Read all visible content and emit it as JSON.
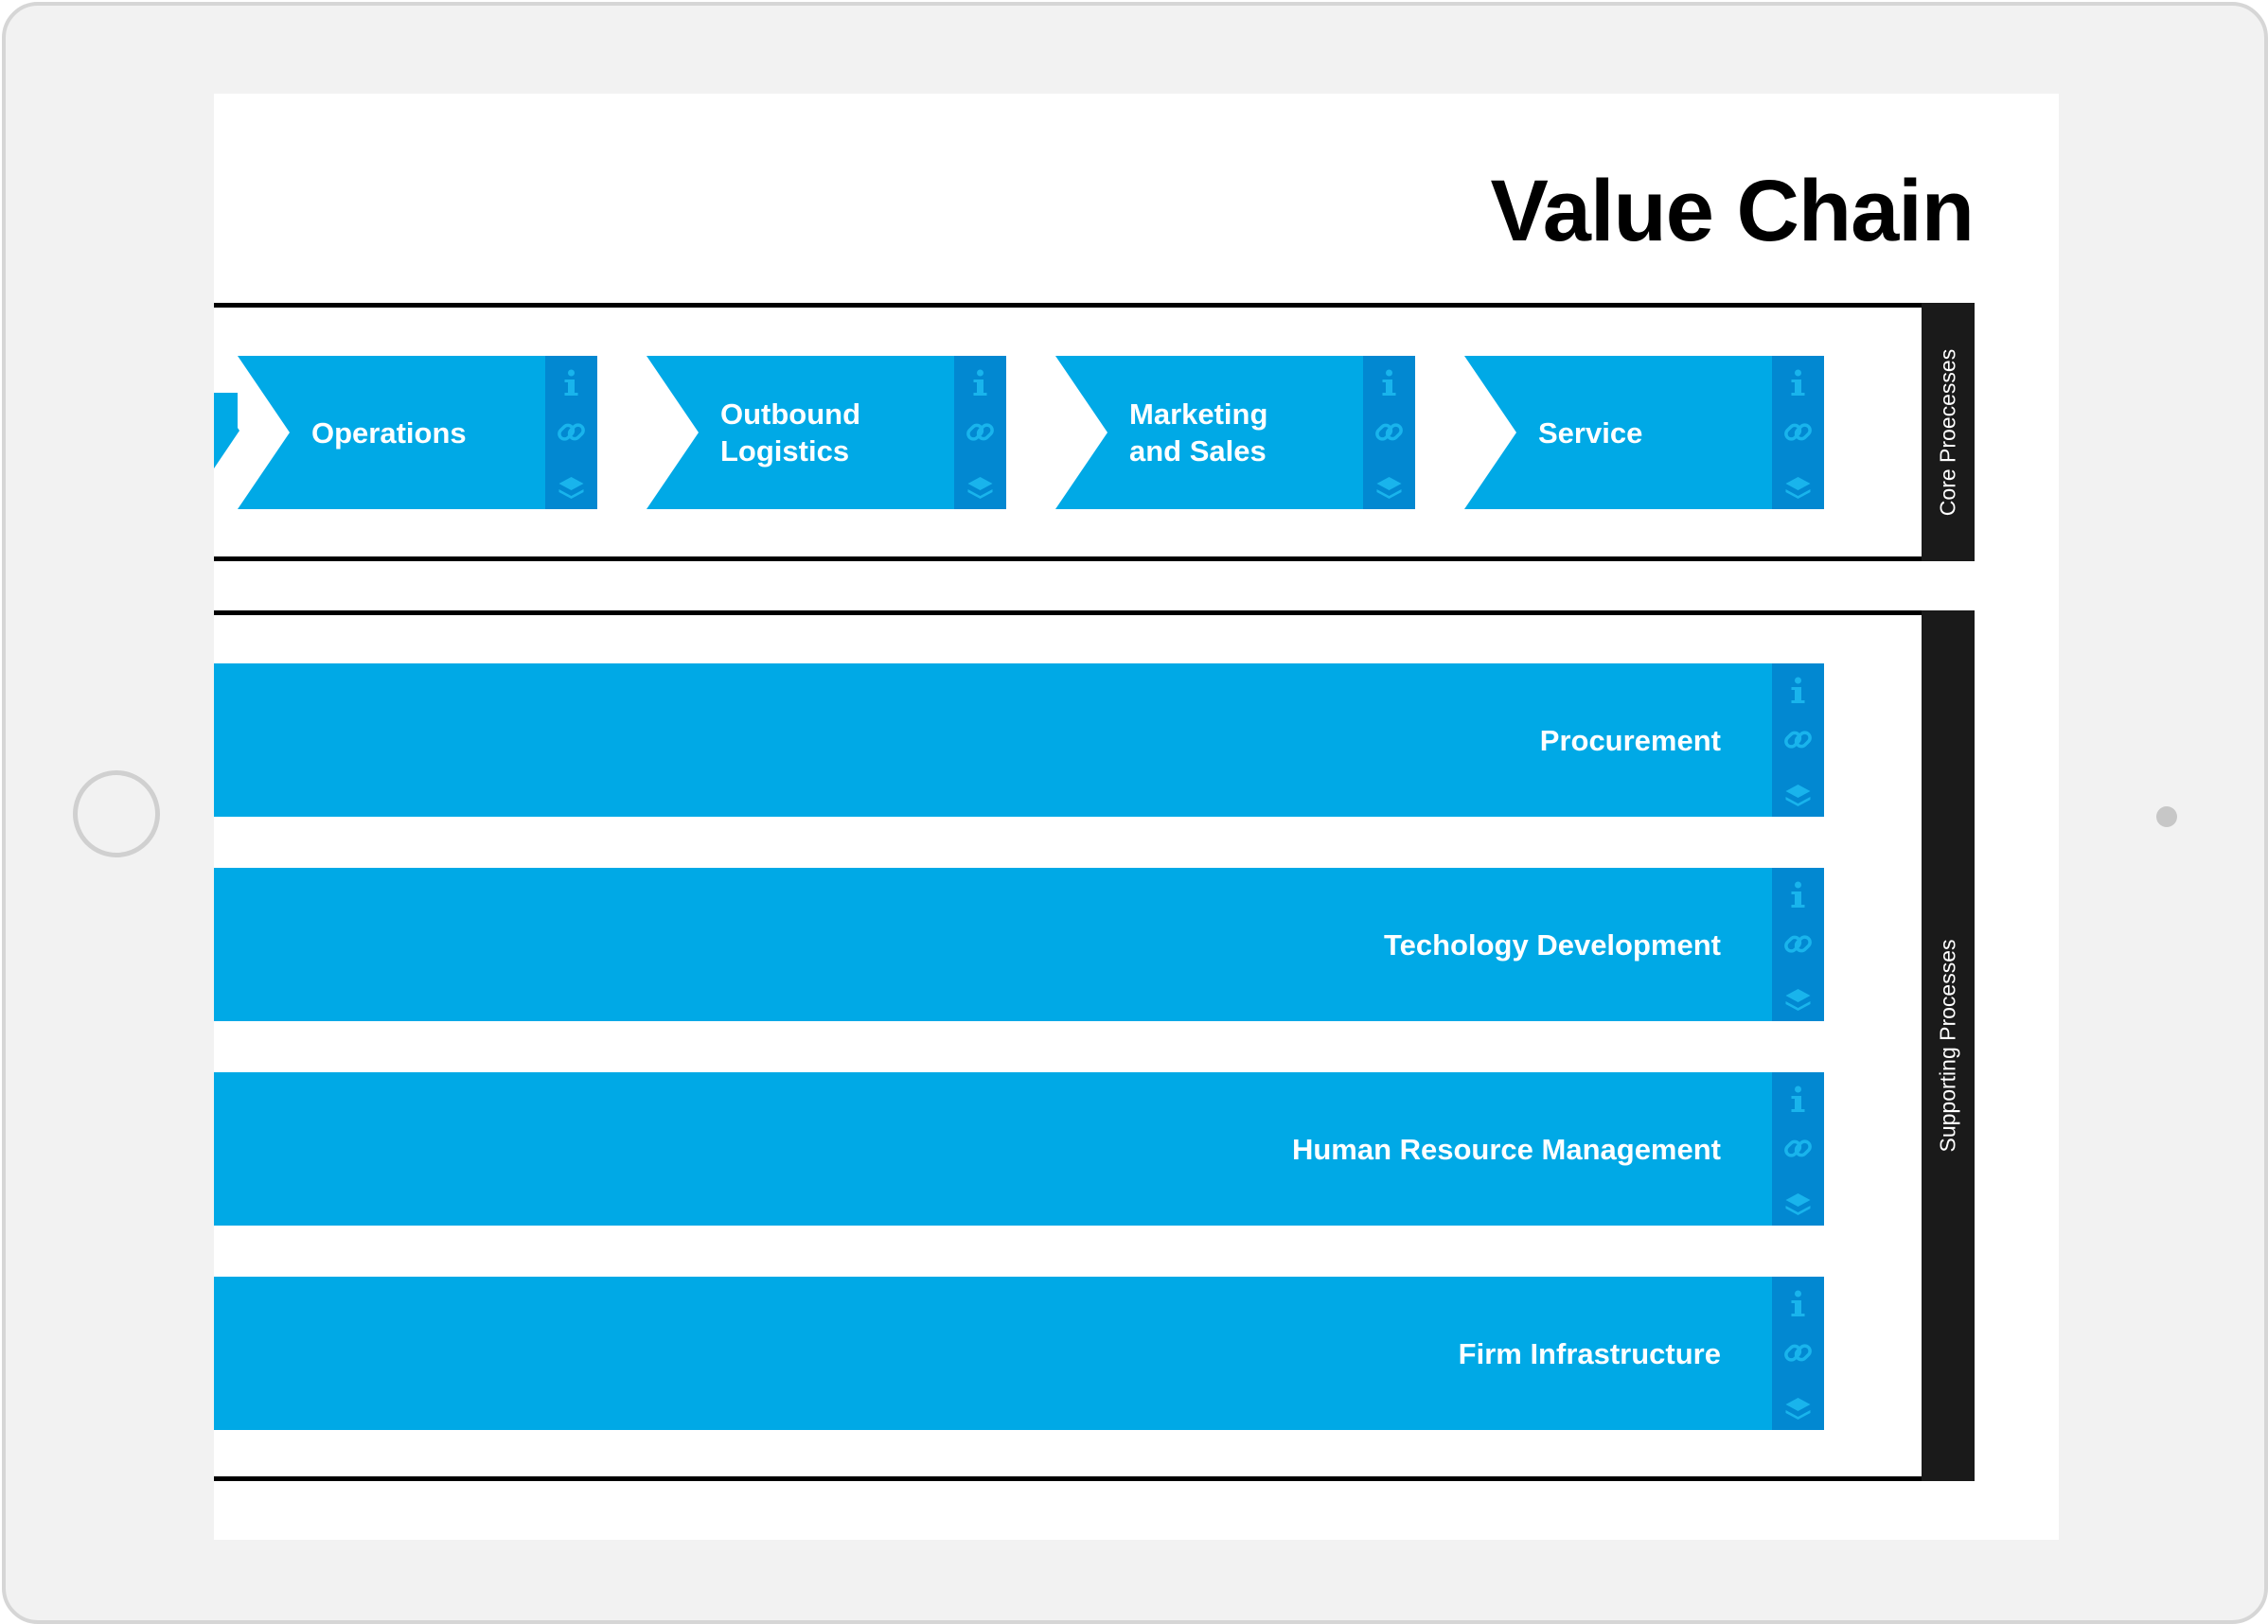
{
  "page": {
    "title": "Value Chain"
  },
  "core_section": {
    "label": "Core Proecesses",
    "items": [
      {
        "label_line1": "Operations",
        "label_line2": ""
      },
      {
        "label_line1": "Outbound",
        "label_line2": "Logistics"
      },
      {
        "label_line1": "Marketing",
        "label_line2": "and Sales"
      },
      {
        "label_line1": "Service",
        "label_line2": ""
      }
    ]
  },
  "support_section": {
    "label": "Supporting Processes",
    "items": [
      {
        "label": "Procurement"
      },
      {
        "label": "Techology Development"
      },
      {
        "label": "Human Resource Management"
      },
      {
        "label": "Firm Infrastructure"
      }
    ]
  },
  "icons": [
    "info-icon",
    "link-icon",
    "layers-icon"
  ],
  "colors": {
    "chevron": "#00a9e6",
    "icon_strip": "#0288d1",
    "icon_glyph": "#19b4ec",
    "label_bar": "#1a1a1a"
  }
}
